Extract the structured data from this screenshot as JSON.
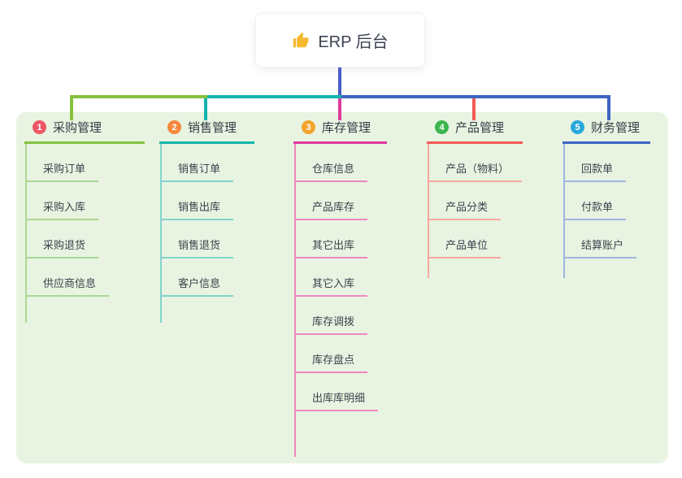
{
  "root": {
    "icon": "thumbs-up-icon",
    "label": "ERP 后台"
  },
  "colors": {
    "panel_bg": "#e8f4e1",
    "trunk_blue": "#4a5ac6",
    "root_text": "#3b4352"
  },
  "branches": [
    {
      "num": "1",
      "label": "采购管理",
      "badge_color": "#ef5665",
      "line_color": "#85c23e",
      "child_line_color": "#a9d794",
      "children": [
        "采购订单",
        "采购入库",
        "采购退货",
        "供应商信息"
      ]
    },
    {
      "num": "2",
      "label": "销售管理",
      "badge_color": "#f6873b",
      "line_color": "#13b5ad",
      "child_line_color": "#84d3cd",
      "children": [
        "销售订单",
        "销售出库",
        "销售退货",
        "客户信息"
      ]
    },
    {
      "num": "3",
      "label": "库存管理",
      "badge_color": "#f3a42d",
      "line_color": "#df3a9b",
      "child_line_color": "#ee86c3",
      "children": [
        "仓库信息",
        "产品库存",
        "其它出库",
        "其它入库",
        "库存调拨",
        "库存盘点",
        "出库库明细"
      ]
    },
    {
      "num": "4",
      "label": "产品管理",
      "badge_color": "#3bb64f",
      "line_color": "#f25b55",
      "child_line_color": "#f6a5a0",
      "children": [
        "产品（物料）",
        "产品分类",
        "产品单位"
      ]
    },
    {
      "num": "5",
      "label": "财务管理",
      "badge_color": "#2aa7dc",
      "line_color": "#3e63c4",
      "child_line_color": "#9fb4df",
      "children": [
        "回款单",
        "付款单",
        "结算账户"
      ]
    }
  ]
}
